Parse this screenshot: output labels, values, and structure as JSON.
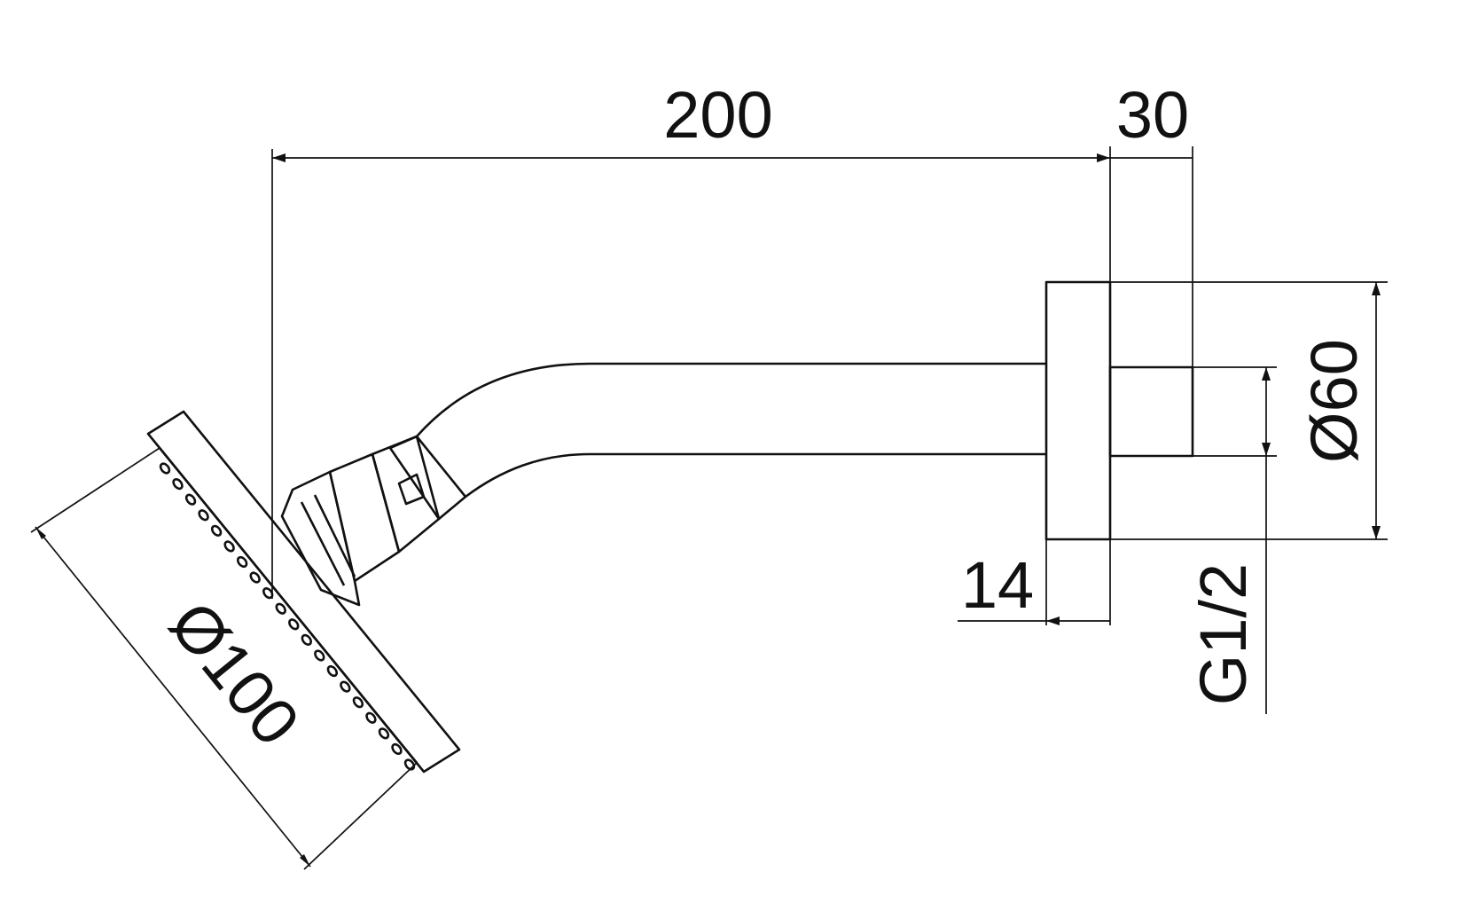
{
  "dimensions": {
    "arm_length": "200",
    "wall_flange_depth": "30",
    "flange_diameter": "Ø60",
    "flange_thickness": "14",
    "thread": "G1/2",
    "head_diameter": "Ø100"
  },
  "colors": {
    "line": "#111111",
    "background": "#ffffff"
  }
}
